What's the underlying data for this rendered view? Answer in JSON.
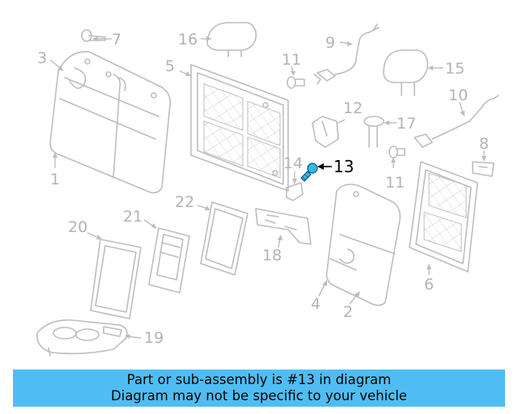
{
  "diagram": {
    "highlighted_part": "13",
    "callouts": [
      "1",
      "2",
      "3",
      "4",
      "5",
      "6",
      "7",
      "8",
      "9",
      "10",
      "11",
      "11",
      "12",
      "13",
      "14",
      "15",
      "16",
      "17",
      "18",
      "19",
      "20",
      "21",
      "22"
    ]
  },
  "banner": {
    "line1": "Part or sub-assembly is #13 in diagram",
    "line2": "Diagram may not be specific to your vehicle",
    "color": "#4fbdf3"
  }
}
